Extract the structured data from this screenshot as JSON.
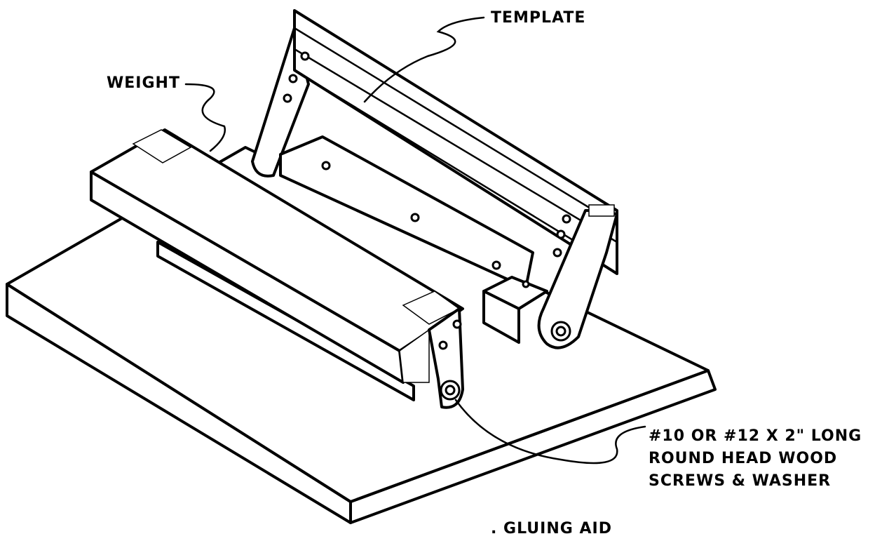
{
  "labels": {
    "template": "TEMPLATE",
    "weight": "WEIGHT",
    "screws_line1": "#10 OR #12 X 2\" LONG",
    "screws_line2": "ROUND HEAD WOOD",
    "screws_line3": "SCREWS & WASHER",
    "caption": ". GLUING AID"
  },
  "colors": {
    "ink": "#000000",
    "paper": "#ffffff"
  }
}
